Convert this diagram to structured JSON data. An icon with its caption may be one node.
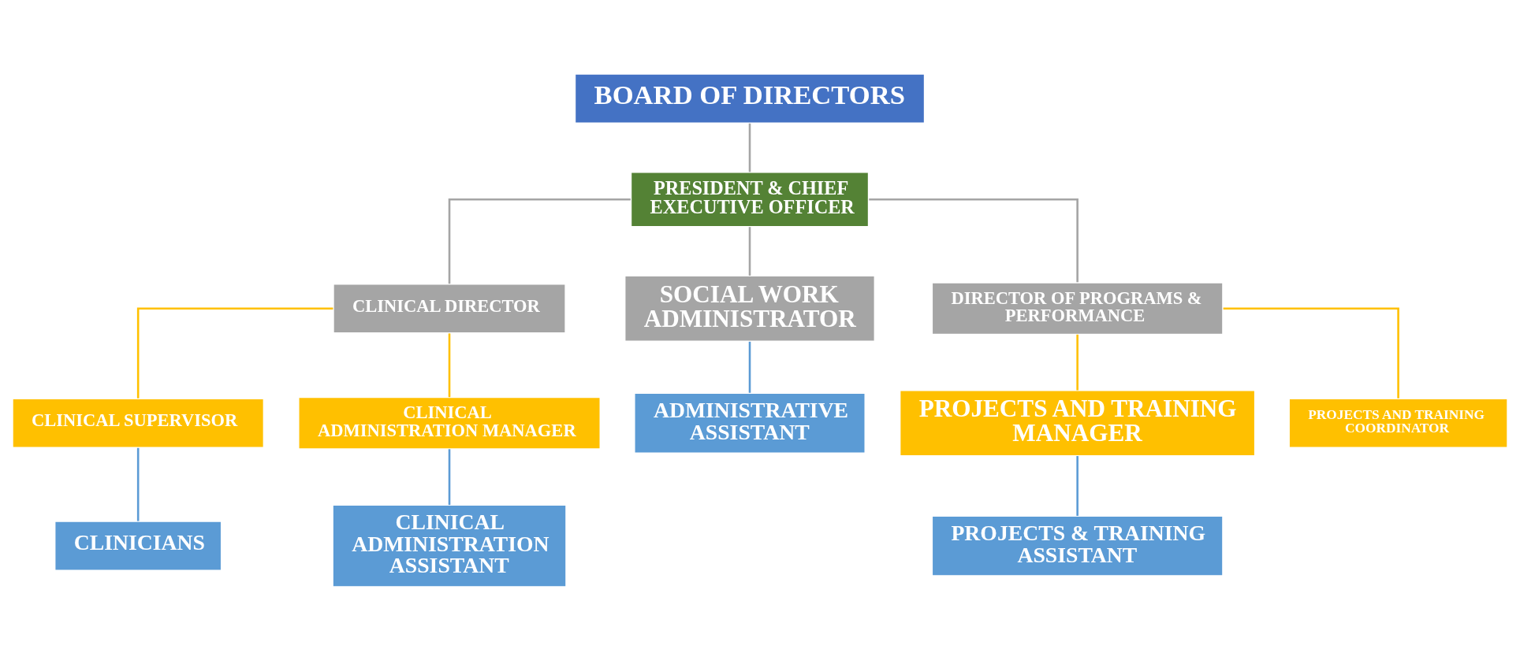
{
  "diagram": {
    "nodes": [
      {
        "text": [
          "BOARD OF DIRECTORS"
        ]
      },
      {
        "text": [
          "PRESIDENT & CHIEF EXECUTIVE OFFICER"
        ]
      },
      {
        "text": [
          "CLINICAL DIRECTOR"
        ]
      },
      {
        "text": [
          "SOCIAL WORK ADMINISTRATOR"
        ]
      },
      {
        "text": [
          "DIRECTOR OF PROGRAMS & PERFORMANCE"
        ]
      },
      {
        "text": [
          "CLINICAL SUPERVISOR"
        ]
      },
      {
        "text": [
          "CLINICAL ADMINISTRATION MANAGER"
        ]
      },
      {
        "text": [
          "PROJECTS AND TRAINING MANAGER"
        ]
      },
      {
        "text": [
          "PROJECTS AND TRAINING COORDINATOR"
        ]
      },
      {
        "text": [
          "CLINICIANS"
        ]
      },
      {
        "text": [
          "CLINICAL ADMINISTRATION ASSISTANT"
        ]
      },
      {
        "text": [
          "ADMINISTRATIVE ASSISTANT"
        ]
      },
      {
        "text": [
          "PROJECTS & TRAINING ASSISTANT"
        ]
      }
    ],
    "edges": [
      {
        "from": 0,
        "to": 1,
        "arrow": "none",
        "color": "#a5a5a5"
      },
      {
        "from": 1,
        "to": 2,
        "arrow": "none",
        "color": "#a5a5a5"
      },
      {
        "from": 1,
        "to": 3,
        "arrow": "none",
        "color": "#a5a5a5"
      },
      {
        "from": 1,
        "to": 4,
        "arrow": "none",
        "color": "#a5a5a5"
      },
      {
        "from": 2,
        "to": 5,
        "arrow": "none",
        "color": "#ffc000"
      },
      {
        "from": 2,
        "to": 6,
        "arrow": "none",
        "color": "#ffc000"
      },
      {
        "from": 4,
        "to": 7,
        "arrow": "none",
        "color": "#ffc000"
      },
      {
        "from": 4,
        "to": 8,
        "arrow": "none",
        "color": "#ffc000"
      },
      {
        "from": 5,
        "to": 9,
        "arrow": "none",
        "color": "#5b9bd5"
      },
      {
        "from": 6,
        "to": 10,
        "arrow": "none",
        "color": "#5b9bd5"
      },
      {
        "from": 3,
        "to": 11,
        "arrow": "none",
        "color": "#5b9bd5"
      },
      {
        "from": 7,
        "to": 12,
        "arrow": "none",
        "color": "#5b9bd5"
      }
    ]
  }
}
